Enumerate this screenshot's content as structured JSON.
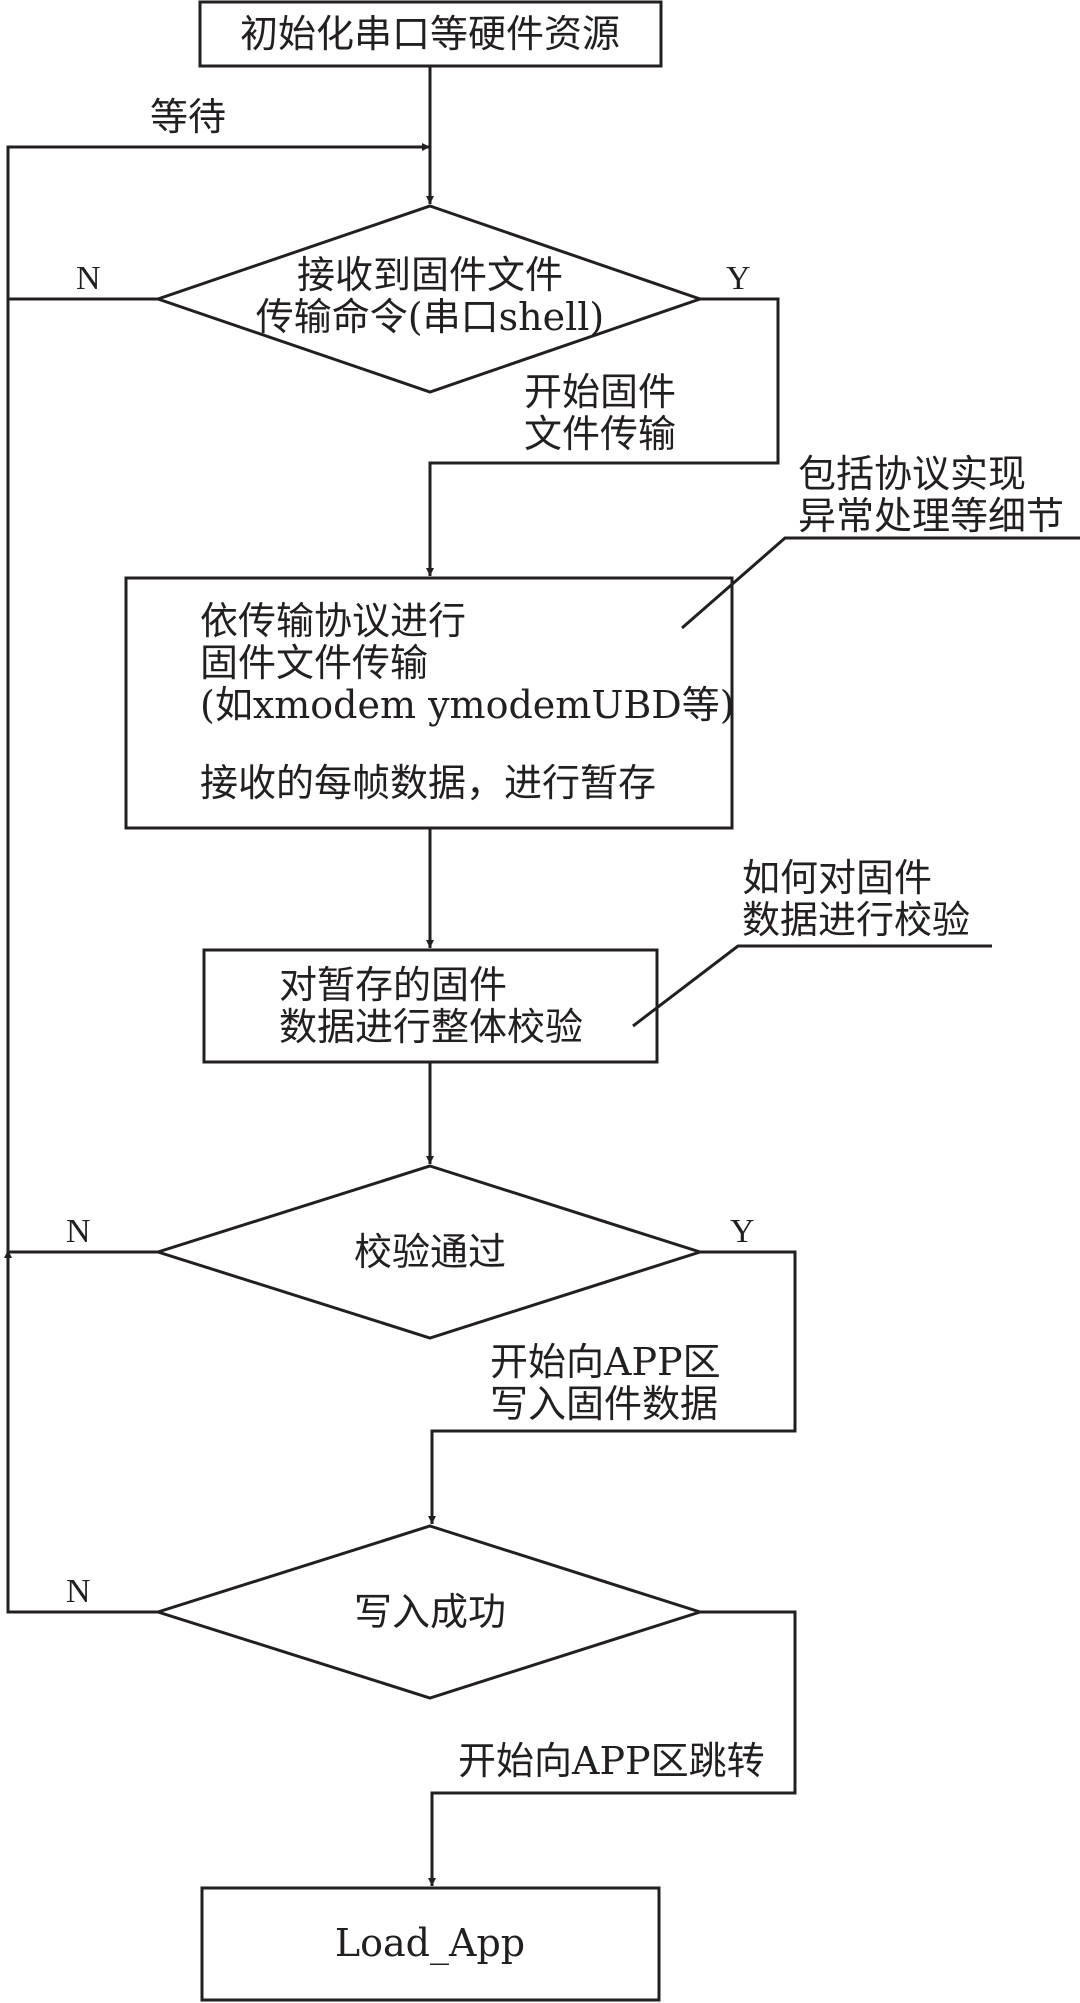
{
  "nodes": {
    "init": "初始化串口等硬件资源",
    "receive_cmd": [
      "接收到固件文件",
      "传输命令(串口shell)"
    ],
    "transfer": [
      "依传输协议进行",
      "固件文件传输",
      "(如xmodem ymodemUBD等)",
      "",
      "接收的每帧数据，进行暂存"
    ],
    "verify": [
      "对暂存的固件",
      "数据进行整体校验"
    ],
    "verify_pass": "校验通过",
    "write_ok": "写入成功",
    "load_app": "Load_App"
  },
  "edges": {
    "wait": "等待",
    "n1": "N",
    "y1": "Y",
    "start_transfer": [
      "开始固件",
      "文件传输"
    ],
    "n2": "N",
    "y2": "Y",
    "start_write": [
      "开始向APP区",
      "写入固件数据"
    ],
    "n3": "N",
    "jump": "开始向APP区跳转"
  },
  "notes": {
    "protocol": [
      "包括协议实现",
      "异常处理等细节"
    ],
    "checksum": [
      "如何对固件",
      "数据进行校验"
    ]
  }
}
